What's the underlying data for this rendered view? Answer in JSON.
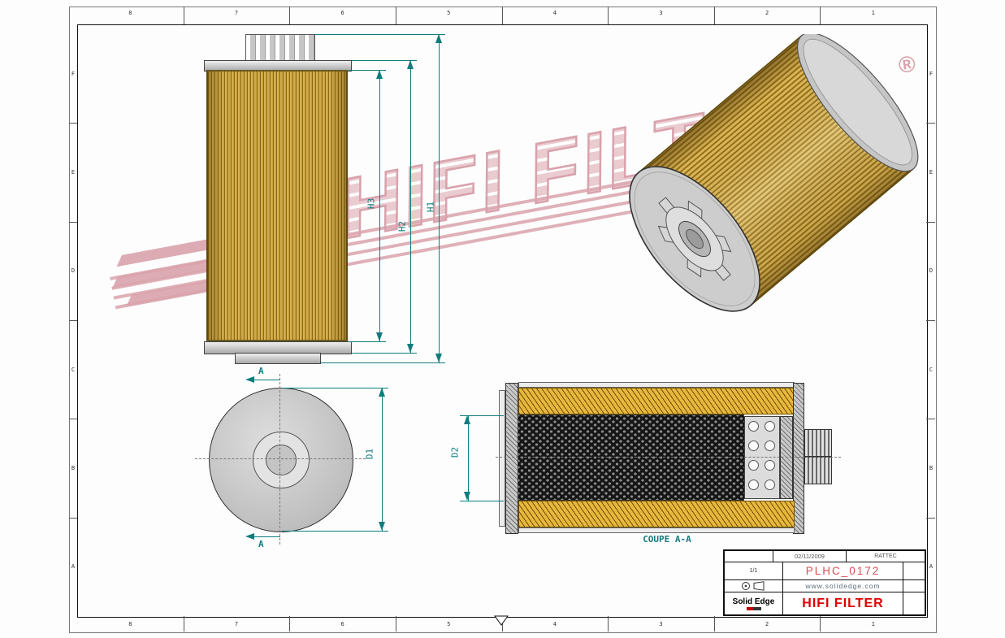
{
  "watermark": {
    "text": "HIFI FILTER",
    "registered": "®"
  },
  "views": {
    "section_label": "COUPE A-A",
    "cut_marker": "A"
  },
  "dims": {
    "H1": "H1",
    "H2": "H2",
    "H3": "H3",
    "D1": "D1",
    "D2": "D2"
  },
  "title_block": {
    "date": "02/11/2009",
    "author": "RATTEC",
    "scale": "1/1",
    "part_number": "PLHC_0172",
    "website": "www.solidedge.com",
    "cad": "Solid Edge",
    "company": "HIFI FILTER"
  },
  "frame": {
    "top_zones": [
      "8",
      "7",
      "6",
      "5",
      "4",
      "3",
      "2",
      "1"
    ],
    "bottom_zones": [
      "8",
      "7",
      "6",
      "5",
      "4",
      "3",
      "2",
      "1"
    ],
    "left_zones": [
      "F",
      "E",
      "D",
      "C",
      "B",
      "A"
    ],
    "right_zones": [
      "F",
      "E",
      "D",
      "C",
      "B",
      "A"
    ]
  },
  "colors": {
    "teal": "#0e7d7d",
    "red": "#e00000",
    "part_red": "#d94f4f",
    "gold": "#d2a23c",
    "pink": "#d9a2ac"
  }
}
